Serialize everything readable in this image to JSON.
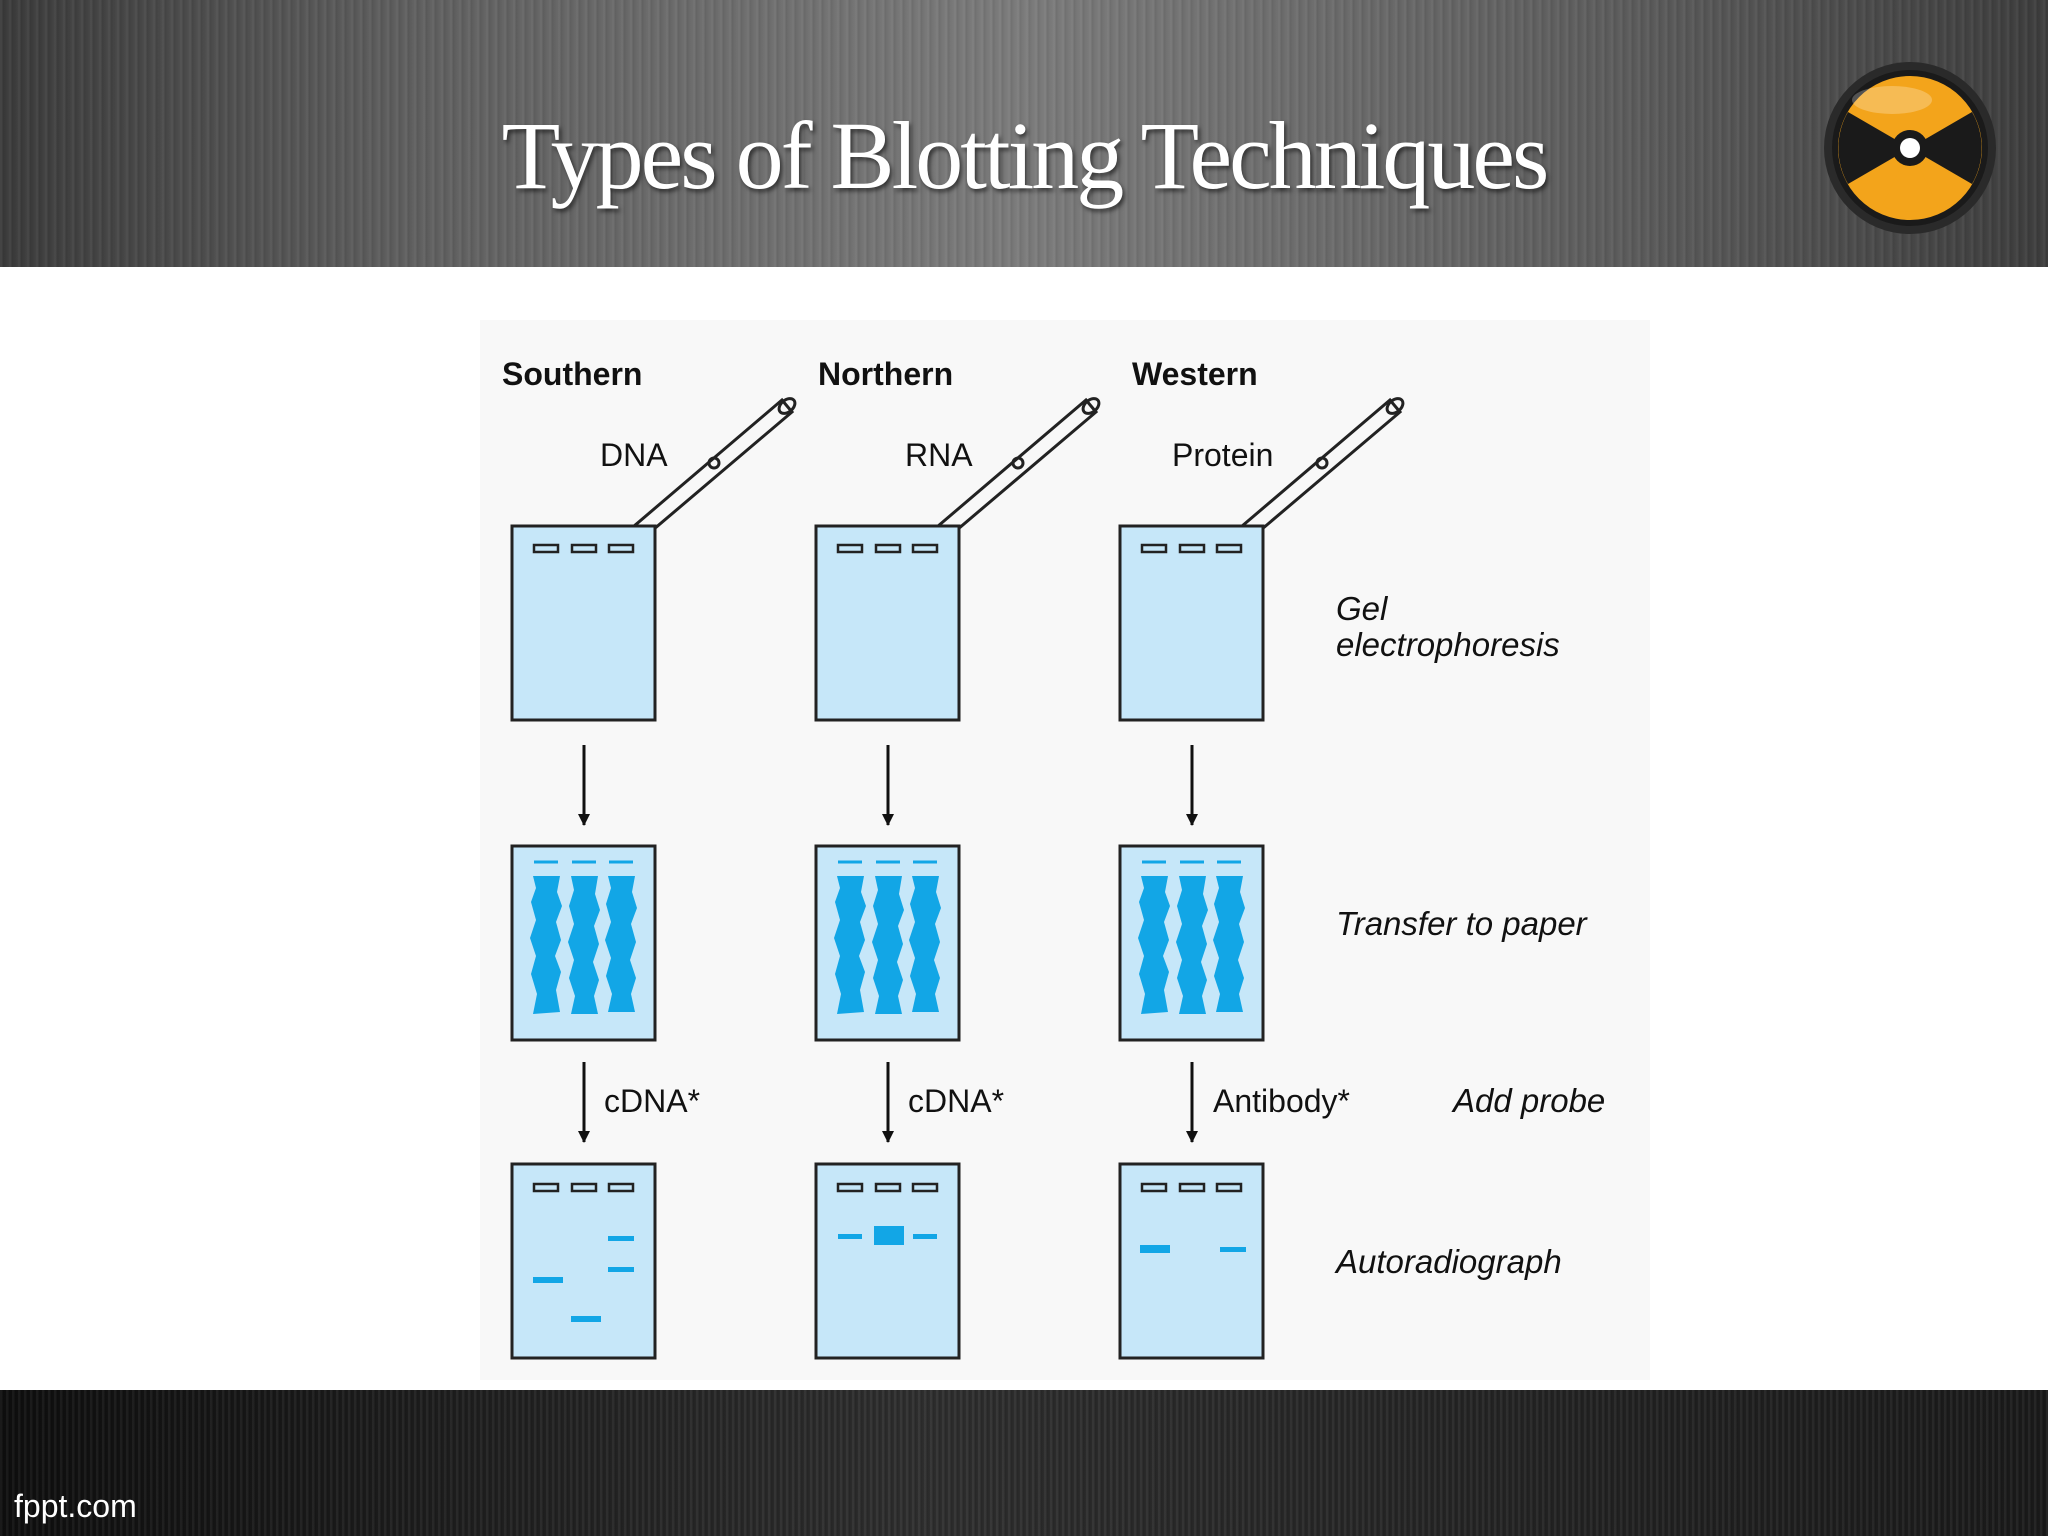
{
  "slide": {
    "title": "Types of Blotting Techniques",
    "footer_brand": "fppt.com",
    "logo_icon": "radiation-icon"
  },
  "diagram": {
    "columns": [
      {
        "name": "Southern",
        "molecule": "DNA",
        "probe": "cDNA*",
        "result_bands": "three-lane pattern"
      },
      {
        "name": "Northern",
        "molecule": "RNA",
        "probe": "cDNA*",
        "result_bands": "central band"
      },
      {
        "name": "Western",
        "molecule": "Protein",
        "probe": "Antibody*",
        "result_bands": "two-lane pattern"
      }
    ],
    "steps": {
      "gel_line1": "Gel",
      "gel_line2": "electrophoresis",
      "transfer": "Transfer to paper",
      "probe": "Add probe",
      "autoradiograph": "Autoradiograph"
    },
    "colors": {
      "gel_fill": "#c6e7f9",
      "band": "#12a6e6",
      "outline": "#222222"
    }
  }
}
